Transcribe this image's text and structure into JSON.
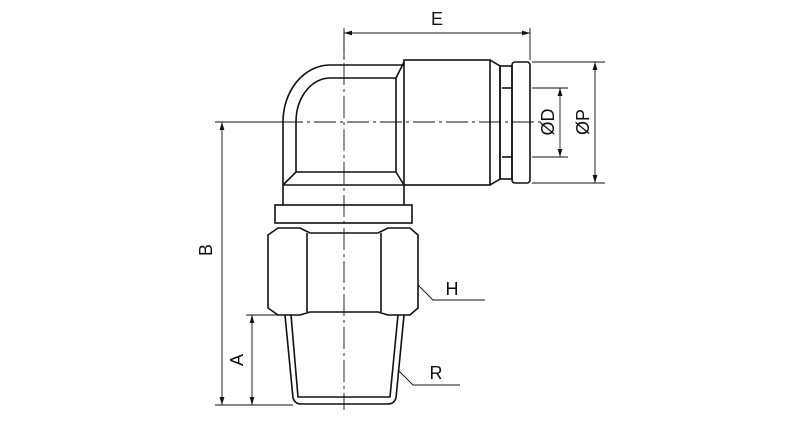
{
  "drawing": {
    "subject": "Elbow push-in fitting with male taper thread",
    "line_color": "#111111",
    "background": "#ffffff"
  },
  "dimensions": {
    "E": "E",
    "D": "ØD",
    "P": "ØP",
    "B": "B",
    "A": "A",
    "H": "H",
    "R": "R"
  }
}
